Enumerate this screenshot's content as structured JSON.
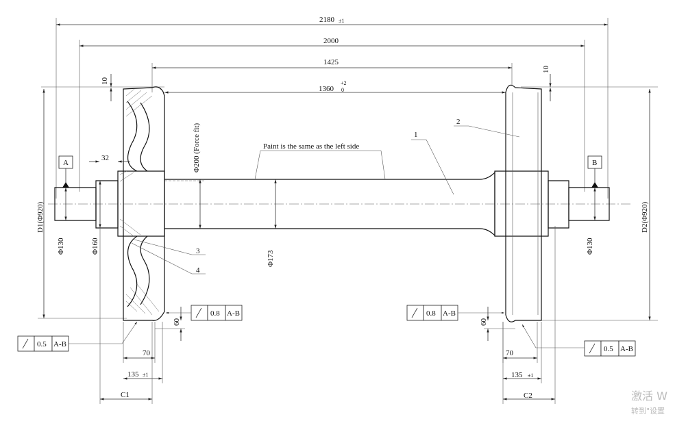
{
  "dimensions": {
    "overall_length": "2180",
    "overall_tol": "±1",
    "journal_span": "2000",
    "tread_span": "1425",
    "back_to_back": "1360",
    "back_to_back_tol_upper": "+2",
    "back_to_back_tol_lower": "0",
    "flange_height_left": "10",
    "flange_height_right": "10",
    "seat_dia": "Φ200 (Force fit)",
    "journal_len": "32",
    "journal_dia_left": "Φ130",
    "journal_dia_right": "Φ130",
    "collar_dia": "Φ160",
    "axle_dia": "Φ173",
    "wheel_dia_left": "D1(Φ920)",
    "wheel_dia_right": "D2(Φ920)",
    "hub_offset_left": "60",
    "hub_offset_right": "60",
    "hub_len_left": "70",
    "hub_len_right": "70",
    "rim_width_left": "135",
    "rim_width_right": "135",
    "rim_width_tol": "±1",
    "c_left": "C1",
    "c_right": "C2"
  },
  "notes": {
    "paint": "Paint is the same as the left side"
  },
  "datums": {
    "left": "A",
    "right": "B"
  },
  "part_numbers": [
    "1",
    "2",
    "3",
    "4"
  ],
  "tolerance_frames": [
    {
      "symbol": "runout-arrow-icon",
      "value": "0.8",
      "datum": "A-B"
    },
    {
      "symbol": "runout-arrow-icon",
      "value": "0.5",
      "datum": "A-B"
    },
    {
      "symbol": "runout-arrow-icon",
      "value": "0.8",
      "datum": "A-B"
    },
    {
      "symbol": "runout-arrow-icon",
      "value": "0.5",
      "datum": "A-B"
    }
  ],
  "watermark": {
    "line1": "激活 W",
    "line2": "转到\"设置"
  }
}
